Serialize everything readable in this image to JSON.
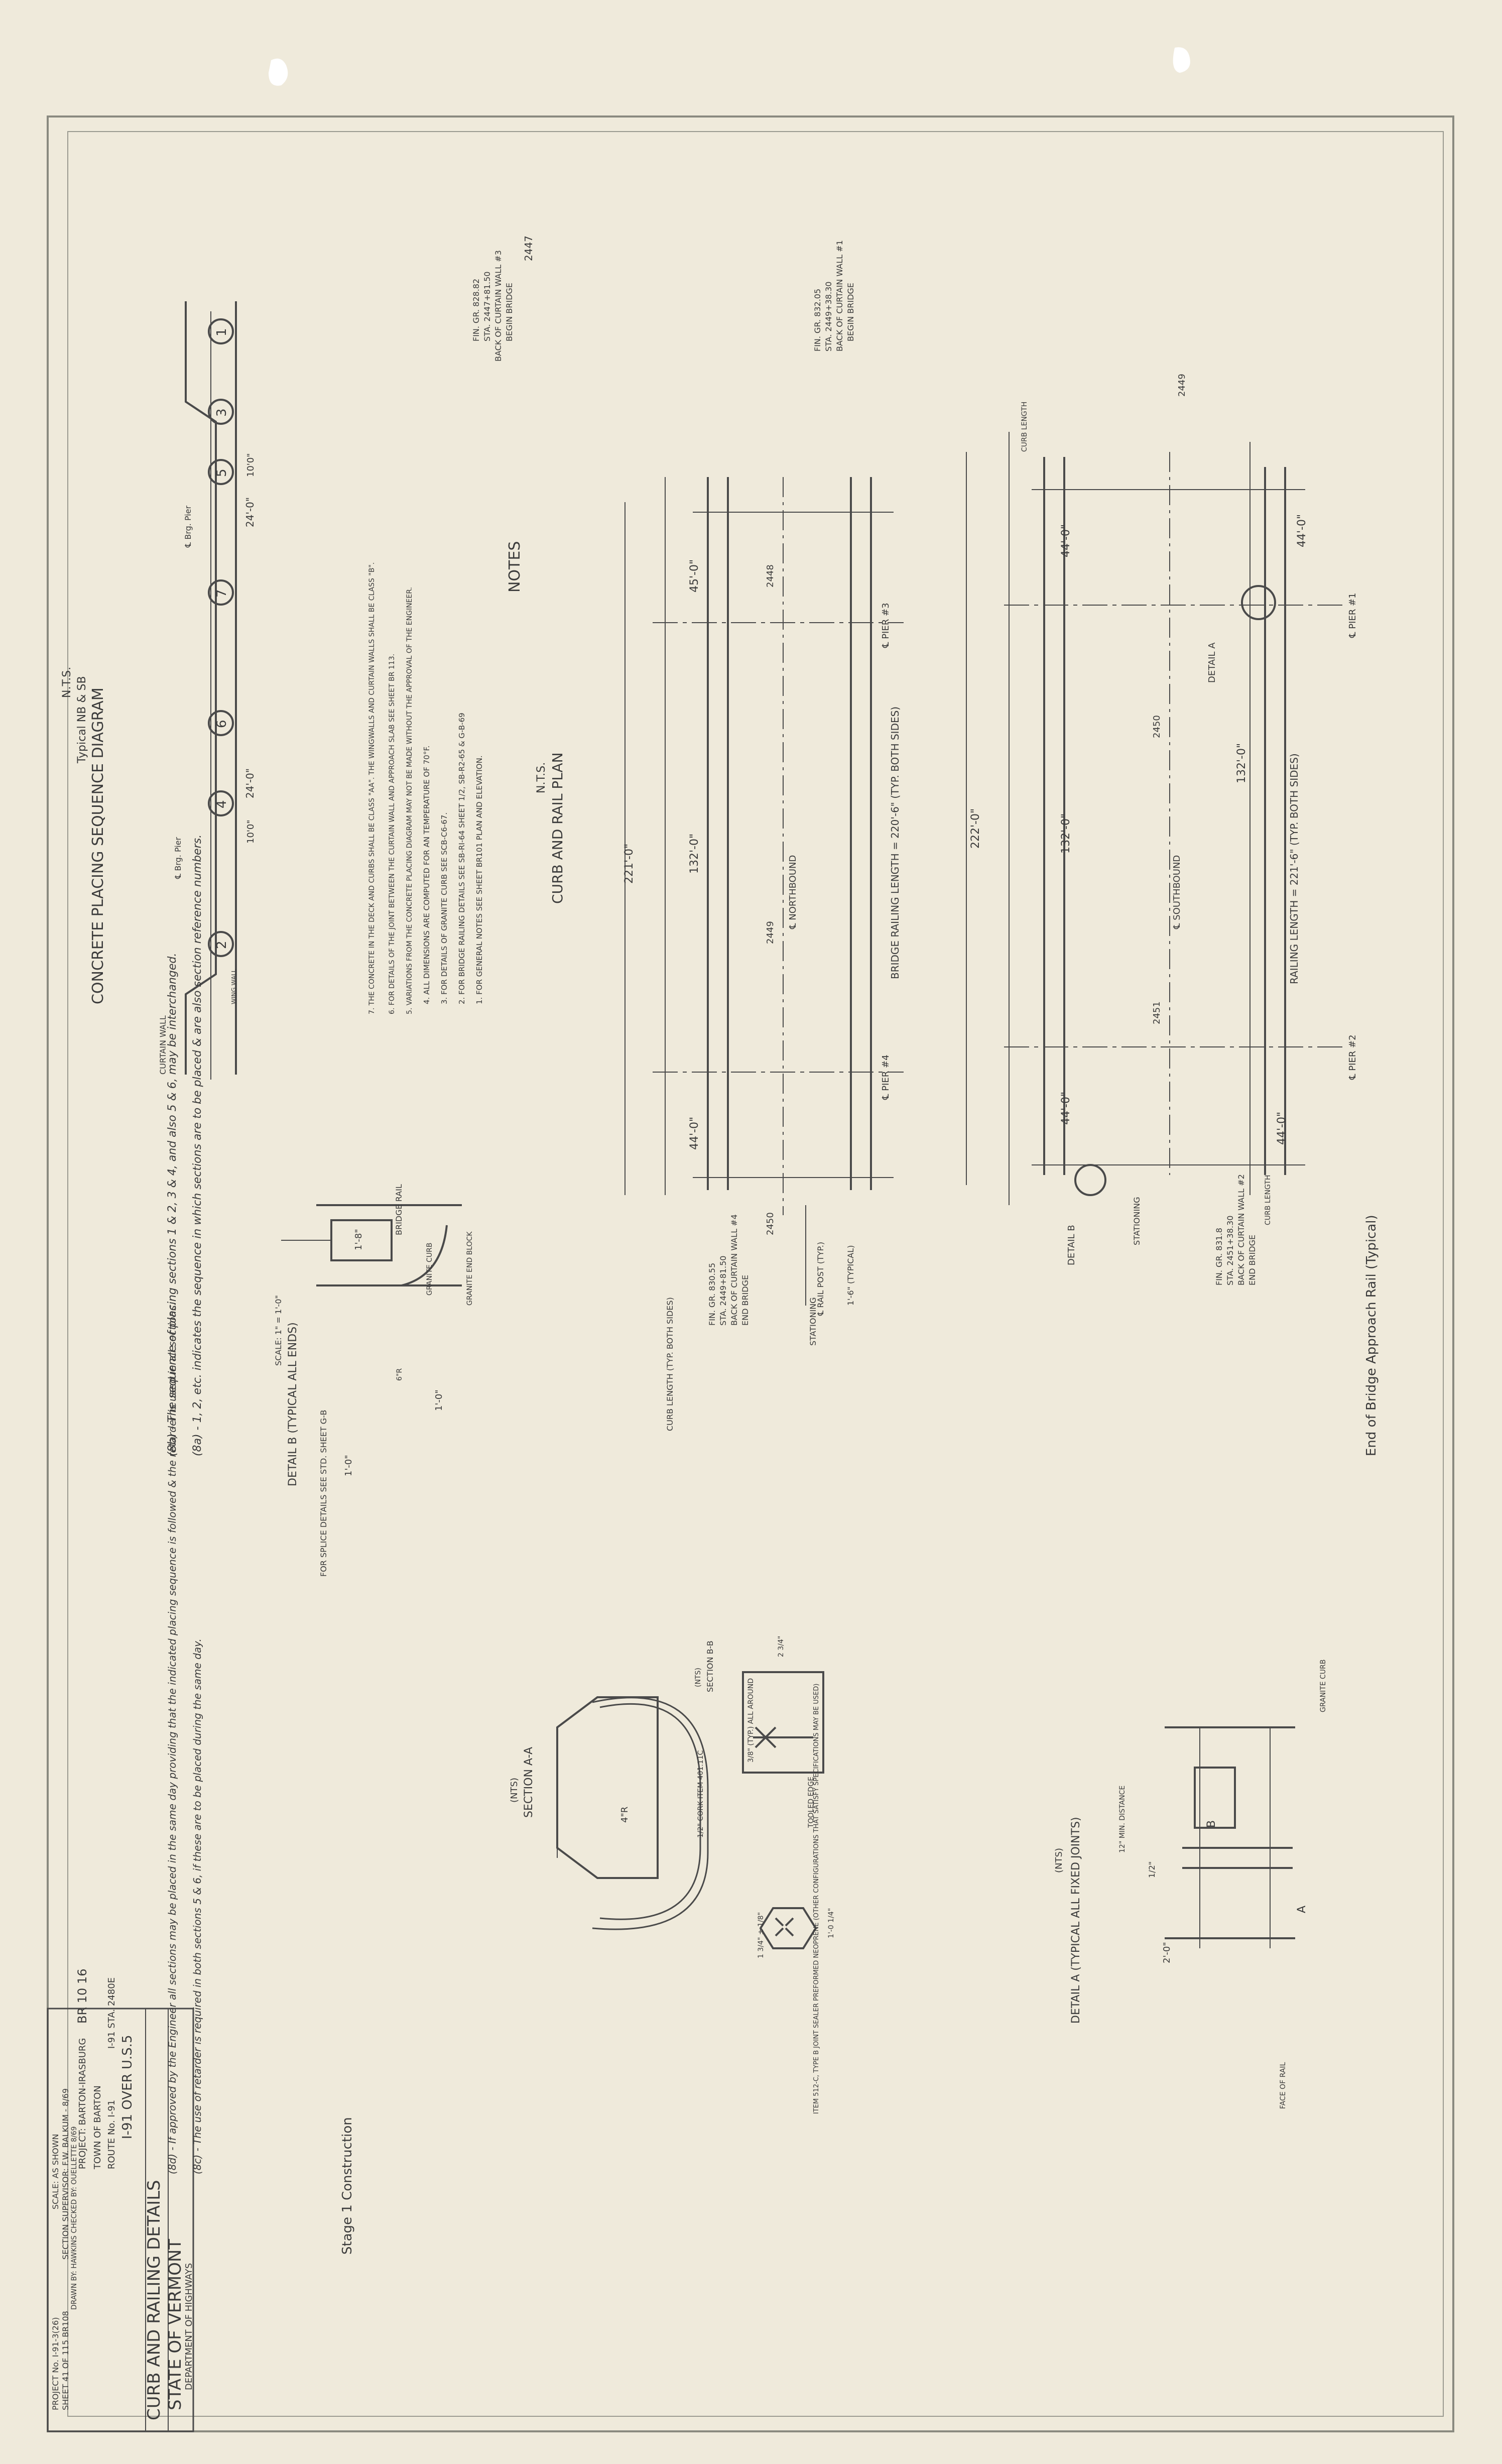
{
  "title_block": {
    "state": "STATE OF VERMONT",
    "department": "DEPARTMENT OF HIGHWAYS",
    "project_line": "PROJECT: BARTON-IRASBURG",
    "project_no": "BR 10 16",
    "town_line": "TOWN OF BARTON",
    "route_line": "ROUTE No. I-91",
    "station": "I-91 STA. 2480E",
    "crossing": "I-91 OVER U.S.5",
    "sheet_title": "CURB AND RAILING DETAILS",
    "scale": "SCALE: AS SHOWN",
    "supervisor": "SECTION SUPERVISOR: F.W. BALKUM - 8/69",
    "drawn": "DRAWN BY: HAWKINS  CHECKED BY: OUELLETTE  8/69",
    "project_number": "PROJECT No. I-91-3(26)",
    "sheet_no": "SHEET 41 OF 115  BR108"
  },
  "stage_note": "Stage 1 Construction",
  "notes": {
    "heading": "NOTES",
    "items": [
      "1. FOR GENERAL NOTES SEE SHEET BR101 PLAN AND ELEVATION.",
      "2. FOR BRIDGE RAILING DETAILS SEE SB-RI-64 SHEET 1/2, SB-R2-65 & G-B-69",
      "3. FOR DETAILS OF GRANITE CURB SEE SCB-C6-67.",
      "4. ALL DIMENSIONS ARE COMPUTED FOR AN TEMPERATURE OF 70°F.",
      "5. VARIATIONS FROM THE CONCRETE PLACING DIAGRAM MAY NOT BE MADE WITHOUT THE APPROVAL OF THE ENGINEER.",
      "6. FOR DETAILS OF THE JOINT BETWEEN THE CURTAIN WALL AND APPROACH SLAB SEE SHEET BR 113.",
      "7. THE CONCRETE IN THE DECK AND CURBS SHALL BE CLASS \"AA\". THE WINGWALLS AND CURTAIN WALLS SHALL BE CLASS \"B\"."
    ]
  },
  "sequence_notes": {
    "a": "(8a) - 1, 2, etc. indicates the sequence in which sections are to be placed & are also section reference numbers.",
    "b": "(8b) - The sequence of placing sections 1 & 2, 3 & 4, and also 5 & 6, may be interchanged.",
    "c": "(8c) - The use of retarder is required in both sections 5 & 6, if these are to be placed during the same day.",
    "d": "(8d) - If approved by the Engineer all sections may be placed in the same day providing that the indicated placing sequence is followed & the retarder is used in all sections."
  },
  "placing_diagram": {
    "title": "CONCRETE PLACING SEQUENCE DIAGRAM",
    "subtitle": "Typical NB & SB",
    "scale": "N.T.S.",
    "sections": [
      "1",
      "3",
      "5",
      "7",
      "6",
      "4",
      "2"
    ],
    "dim_left": "24'-0\"",
    "dim_left_small": "10'0\"",
    "dim_right": "24'-0\"",
    "dim_right_small": "10'0\"",
    "pier_left": "℄ Brg. Pier",
    "pier_right": "℄ Brg. Pier",
    "curtain_wall": "CURTAIN WALL",
    "wing_wall": "WING WALL"
  },
  "curb_plan": {
    "title": "CURB AND RAIL PLAN",
    "scale": "N.T.S.",
    "top_station_label": "2447",
    "begin_bridge_lines": [
      "BEGIN BRIDGE",
      "BACK OF CURTAIN WALL #3",
      "STA. 2447+81.50",
      "FIN. GR. 828.82"
    ],
    "begin_bridge_sb_lines": [
      "BEGIN BRIDGE",
      "BACK OF CURTAIN WALL #1",
      "STA. 2449+38.30",
      "FIN. GR. 832.05"
    ],
    "end_bridge_sb_lines": [
      "END BRIDGE",
      "BACK OF CURTAIN WALL #2",
      "STA. 2451+38.30",
      "FIN. GR. 831.8"
    ],
    "end_bridge_nb_lines": [
      "END BRIDGE",
      "BACK OF CURTAIN WALL #4",
      "STA. 2449+81.50",
      "FIN. GR. 830.55"
    ],
    "sb_station_2449": "2449",
    "sb_station_2450": "2450",
    "sb_station_2451": "2451",
    "nb_station_2448": "2448",
    "nb_station_2449": "2449",
    "nb_station_2450": "2450",
    "rail_length_nb": "BRIDGE RAILING LENGTH = 220'-6\" (TYP. BOTH SIDES)",
    "rail_length_sb": "RAILING LENGTH = 221'-6\" (TYP. BOTH SIDES)",
    "southbound": "℄ SOUTHBOUND",
    "northbound": "℄ NORTHBOUND",
    "stationing": "STATIONING",
    "pier1": "℄ PIER #1",
    "pier2": "℄ PIER #2",
    "pier3": "℄ PIER #3",
    "pier4": "℄ PIER #4",
    "sb_dims": [
      "44'-0\"",
      "132'-0\"",
      "44'-0\""
    ],
    "sb_total": "222'-0\"",
    "nb_dims": [
      "45'-0\"",
      "132'-0\"",
      "44'-0\""
    ],
    "nb_total": "221'-0\"",
    "curb_length": "CURB LENGTH",
    "curb_length_typ": "CURB LENGTH (TYP. BOTH SIDES)",
    "rail_post": "℄ RAIL POST (TYP.)",
    "typical_18": "1'-6\" (TYPICAL)",
    "approach_rail": "End of Bridge Approach Rail (Typical)",
    "detail_a": "DETAIL A",
    "detail_b": "DETAIL B",
    "bridge_rail": "BRIDGE RAIL"
  },
  "detail_b": {
    "title": "DETAIL B (TYPICAL ALL ENDS)",
    "scale": "SCALE: 1\" = 1'-0\"",
    "granite_end_block": "GRANITE END BLOCK",
    "granite_curb": "GRANITE CURB",
    "dim_18": "1'-8\"",
    "dim_10a": "1'-0\"",
    "dim_10b": "1'-0\"",
    "radius": "6\"R",
    "splice_note": "FOR SPLICE DETAILS SEE STD. SHEET G-B"
  },
  "detail_a": {
    "title": "DETAIL A (TYPICAL ALL FIXED JOINTS)",
    "scale": "(NTS)",
    "granite_curb": "GRANITE CURB",
    "min_distance": "12\" MIN. DISTANCE",
    "half_in": "1/2\"",
    "two_ft": "2'-0\"",
    "face_of_rail": "FACE OF RAIL",
    "a": "A",
    "b": "B"
  },
  "section_bb": {
    "title": "SECTION B-B",
    "scale": "(NTS)",
    "all_around": "3/8\" (TYP.) ALL AROUND",
    "tooled_edge": "TOOLED EDGE",
    "cork": "1/2\" CORK ITEM 401.11C",
    "joint_sealer": "ITEM 512-C, TYPE B JOINT SEALER PREFORMED NEOPRENE (OTHER CONFIGURATIONS THAT SATISFY SPECIFICATIONS MAY BE USED)",
    "dim1": "2 3/4\"",
    "dim2": "1'-0 1/4\"",
    "dim3": "1 3/4\" ± 1/8\""
  },
  "section_aa": {
    "title": "SECTION A-A",
    "scale": "(NTS)",
    "radius": "4\"R"
  }
}
